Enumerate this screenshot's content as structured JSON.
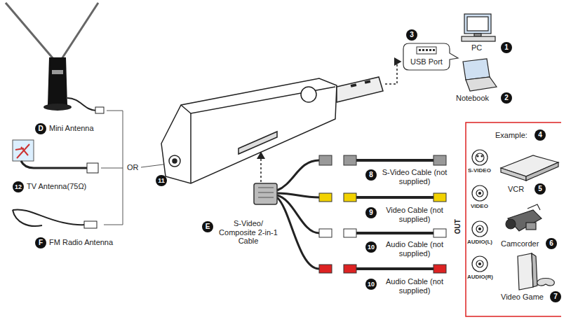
{
  "diagram": {
    "nodes": [
      {
        "text": [
          "USB Port"
        ]
      }
    ],
    "labels": [
      "D",
      "Mini Antenna",
      "12",
      "TV Antenna(75Ω)",
      "OR",
      "11",
      "F",
      "FM Radio Antenna",
      "3",
      "1",
      "PC",
      "2",
      "Notebook",
      "Example:",
      "4",
      "S-VIDEO",
      "VIDEO",
      "AUDIO(L)",
      "AUDIO(R)",
      "OUT",
      "VCR",
      "5",
      "Camcorder",
      "6",
      "Video Game",
      "7",
      "8",
      "S-Video Cable (not supplied)",
      "9",
      "Video Cable (not supplied)",
      "10",
      "Audio Cable (not supplied)",
      "10",
      "Audio Cable (not supplied)",
      "E",
      "S-Video/ Composite 2-in-1 Cable"
    ]
  }
}
